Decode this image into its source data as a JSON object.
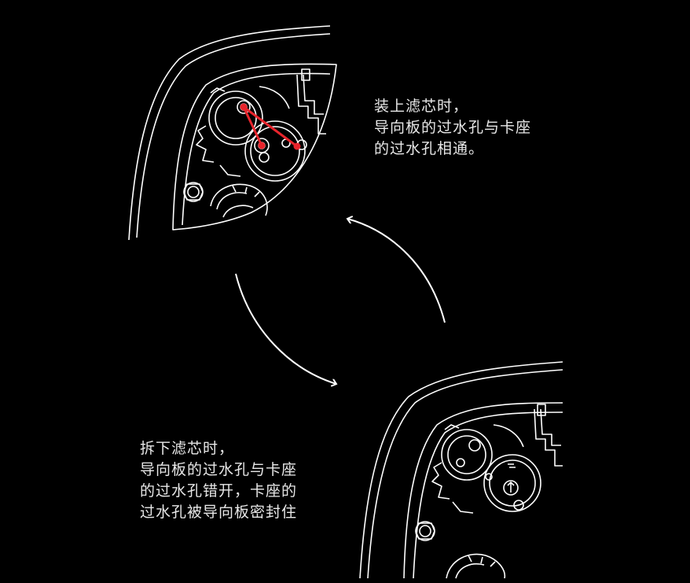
{
  "captions": {
    "installed": [
      "装上滤芯时，",
      "导向板的过水孔与卡座",
      "的过水孔相通。"
    ],
    "removed": [
      "拆下滤芯时，",
      "导向板的过水孔与卡座",
      "的过水孔错开，卡座的",
      "过水孔被导向板密封住"
    ]
  },
  "colors": {
    "background": "#000000",
    "line": "#ffffff",
    "highlight": "#e8242c"
  },
  "icons": {
    "cycle": "curved-arrow-icon",
    "detail": "filter-seat-illustration"
  }
}
